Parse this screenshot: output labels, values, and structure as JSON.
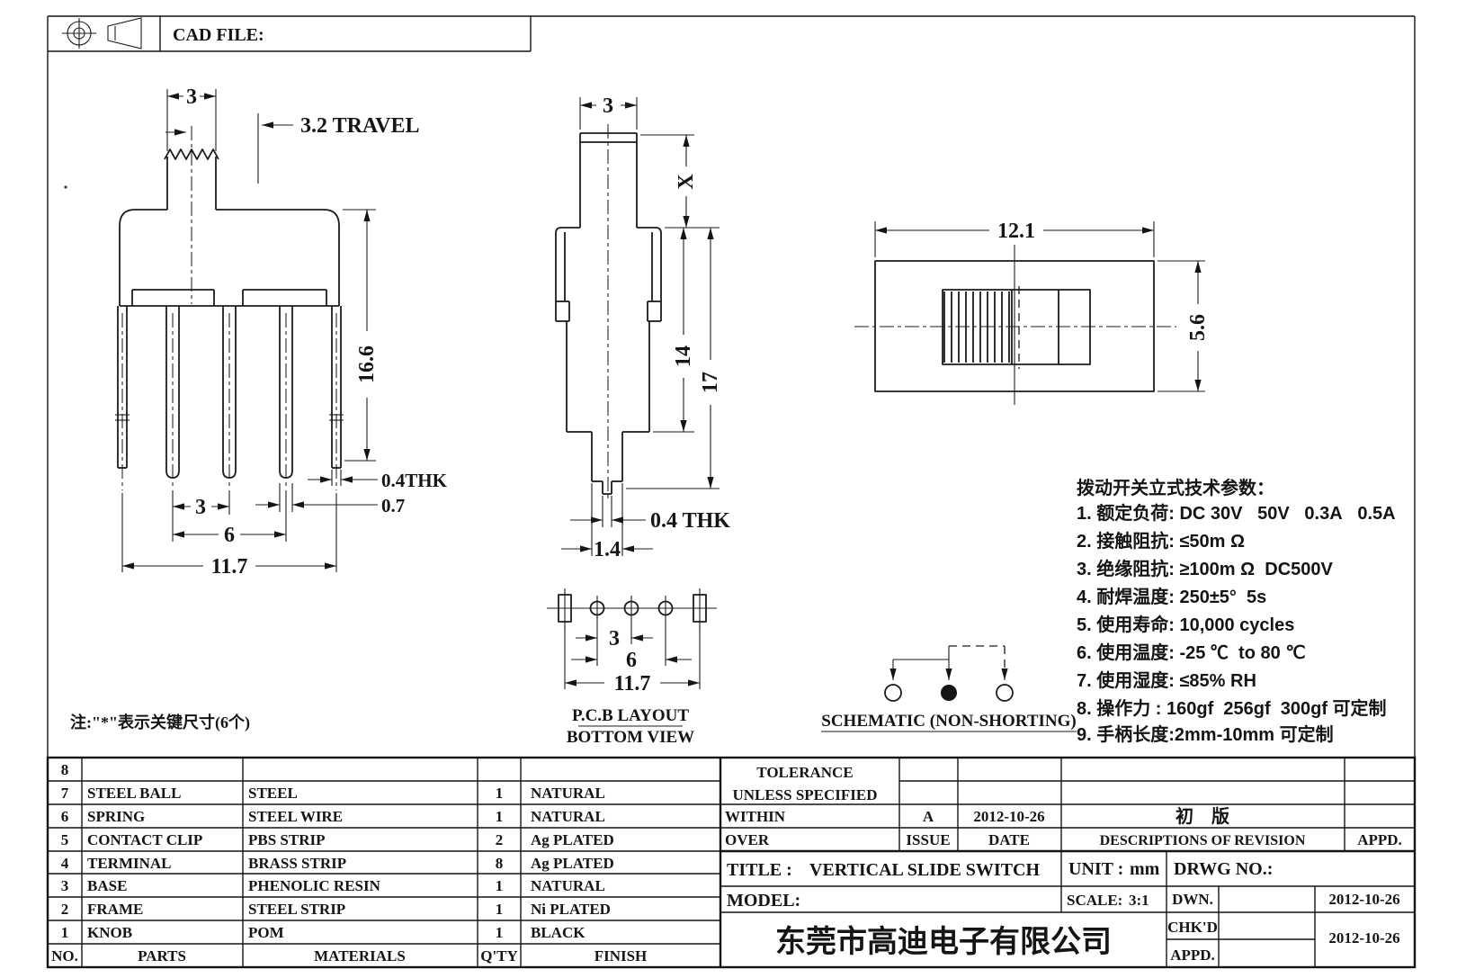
{
  "sheet": {
    "cad_file_label": "CAD FILE:",
    "note": "注:\"*\"表示关键尺寸(6个)"
  },
  "views": {
    "front": {
      "top_width": "3",
      "travel": "3.2 TRAVEL",
      "height": "16.6",
      "thk": "0.4THK",
      "pin_width": "0.7",
      "pitch": "3",
      "span": "6",
      "total": "11.7"
    },
    "side": {
      "width": "3",
      "handle": "X",
      "body": "14",
      "total": "17",
      "thk": "0.4 THK",
      "tip": "1.4"
    },
    "top": {
      "width": "12.1",
      "depth": "5.6"
    },
    "pcb": {
      "pitch": "3",
      "span": "6",
      "total": "11.7",
      "title": "P.C.B LAYOUT",
      "subtitle": "BOTTOM VIEW"
    },
    "schematic": {
      "label": "SCHEMATIC (NON-SHORTING)"
    }
  },
  "specs": {
    "title": "拨动开关立式技术参数：",
    "items": [
      "1. 额定负荷: DC 30V   50V   0.3A   0.5A",
      "2. 接触阻抗: ≤50m Ω",
      "3. 绝缘阻抗: ≥100m Ω  DC500V",
      "4. 耐焊温度: 250±5°  5s",
      "5. 使用寿命: 10,000 cycles",
      "6. 使用温度: -25 ℃  to 80 ℃",
      "7. 使用湿度: ≤85% RH",
      "8. 操作力 : 160gf  256gf  300gf 可定制",
      "9. 手柄长度:2mm-10mm 可定制"
    ]
  },
  "parts_table": {
    "headers": {
      "no": "NO.",
      "parts": "PARTS",
      "materials": "MATERIALS",
      "qty": "Q'TY",
      "finish": "FINISH"
    },
    "rows": [
      {
        "no": "8",
        "part": "",
        "material": "",
        "qty": "",
        "finish": ""
      },
      {
        "no": "7",
        "part": "STEEL BALL",
        "material": "STEEL",
        "qty": "1",
        "finish": "NATURAL"
      },
      {
        "no": "6",
        "part": "SPRING",
        "material": "STEEL WIRE",
        "qty": "1",
        "finish": "NATURAL"
      },
      {
        "no": "5",
        "part": "CONTACT CLIP",
        "material": "PBS STRIP",
        "qty": "2",
        "finish": "Ag PLATED"
      },
      {
        "no": "4",
        "part": "TERMINAL",
        "material": "BRASS STRIP",
        "qty": "8",
        "finish": "Ag PLATED"
      },
      {
        "no": "3",
        "part": "BASE",
        "material": "PHENOLIC RESIN",
        "qty": "1",
        "finish": "NATURAL"
      },
      {
        "no": "2",
        "part": "FRAME",
        "material": "STEEL STRIP",
        "qty": "1",
        "finish": "Ni PLATED"
      },
      {
        "no": "1",
        "part": "KNOB",
        "material": "POM",
        "qty": "1",
        "finish": "BLACK"
      }
    ]
  },
  "title_block": {
    "tolerance_line1": "TOLERANCE",
    "tolerance_line2": "UNLESS SPECIFIED",
    "within": "WITHIN",
    "over": "OVER",
    "issue": "ISSUE",
    "date": "DATE",
    "rev_issue": "A",
    "rev_date": "2012-10-26",
    "rev_desc": "初　版",
    "descriptions": "DESCRIPTIONS OF REVISION",
    "appd": "APPD.",
    "title_label": "TITLE :",
    "title_value": "VERTICAL SLIDE SWITCH",
    "unit_label": "UNIT :",
    "unit_value": "mm",
    "drwg_no_label": "DRWG NO.:",
    "model_label": "MODEL:",
    "scale_label": "SCALE:",
    "scale_value": "3:1",
    "dwn": "DWN.",
    "chkd": "CHK'D",
    "appd2": "APPD.",
    "dwn_date": "2012-10-26",
    "approve_date": "2012-10-26",
    "company": "东莞市高迪电子有限公司"
  },
  "colors": {
    "line": "#1c1c1c",
    "text": "#151515",
    "background": "#ffffff"
  }
}
